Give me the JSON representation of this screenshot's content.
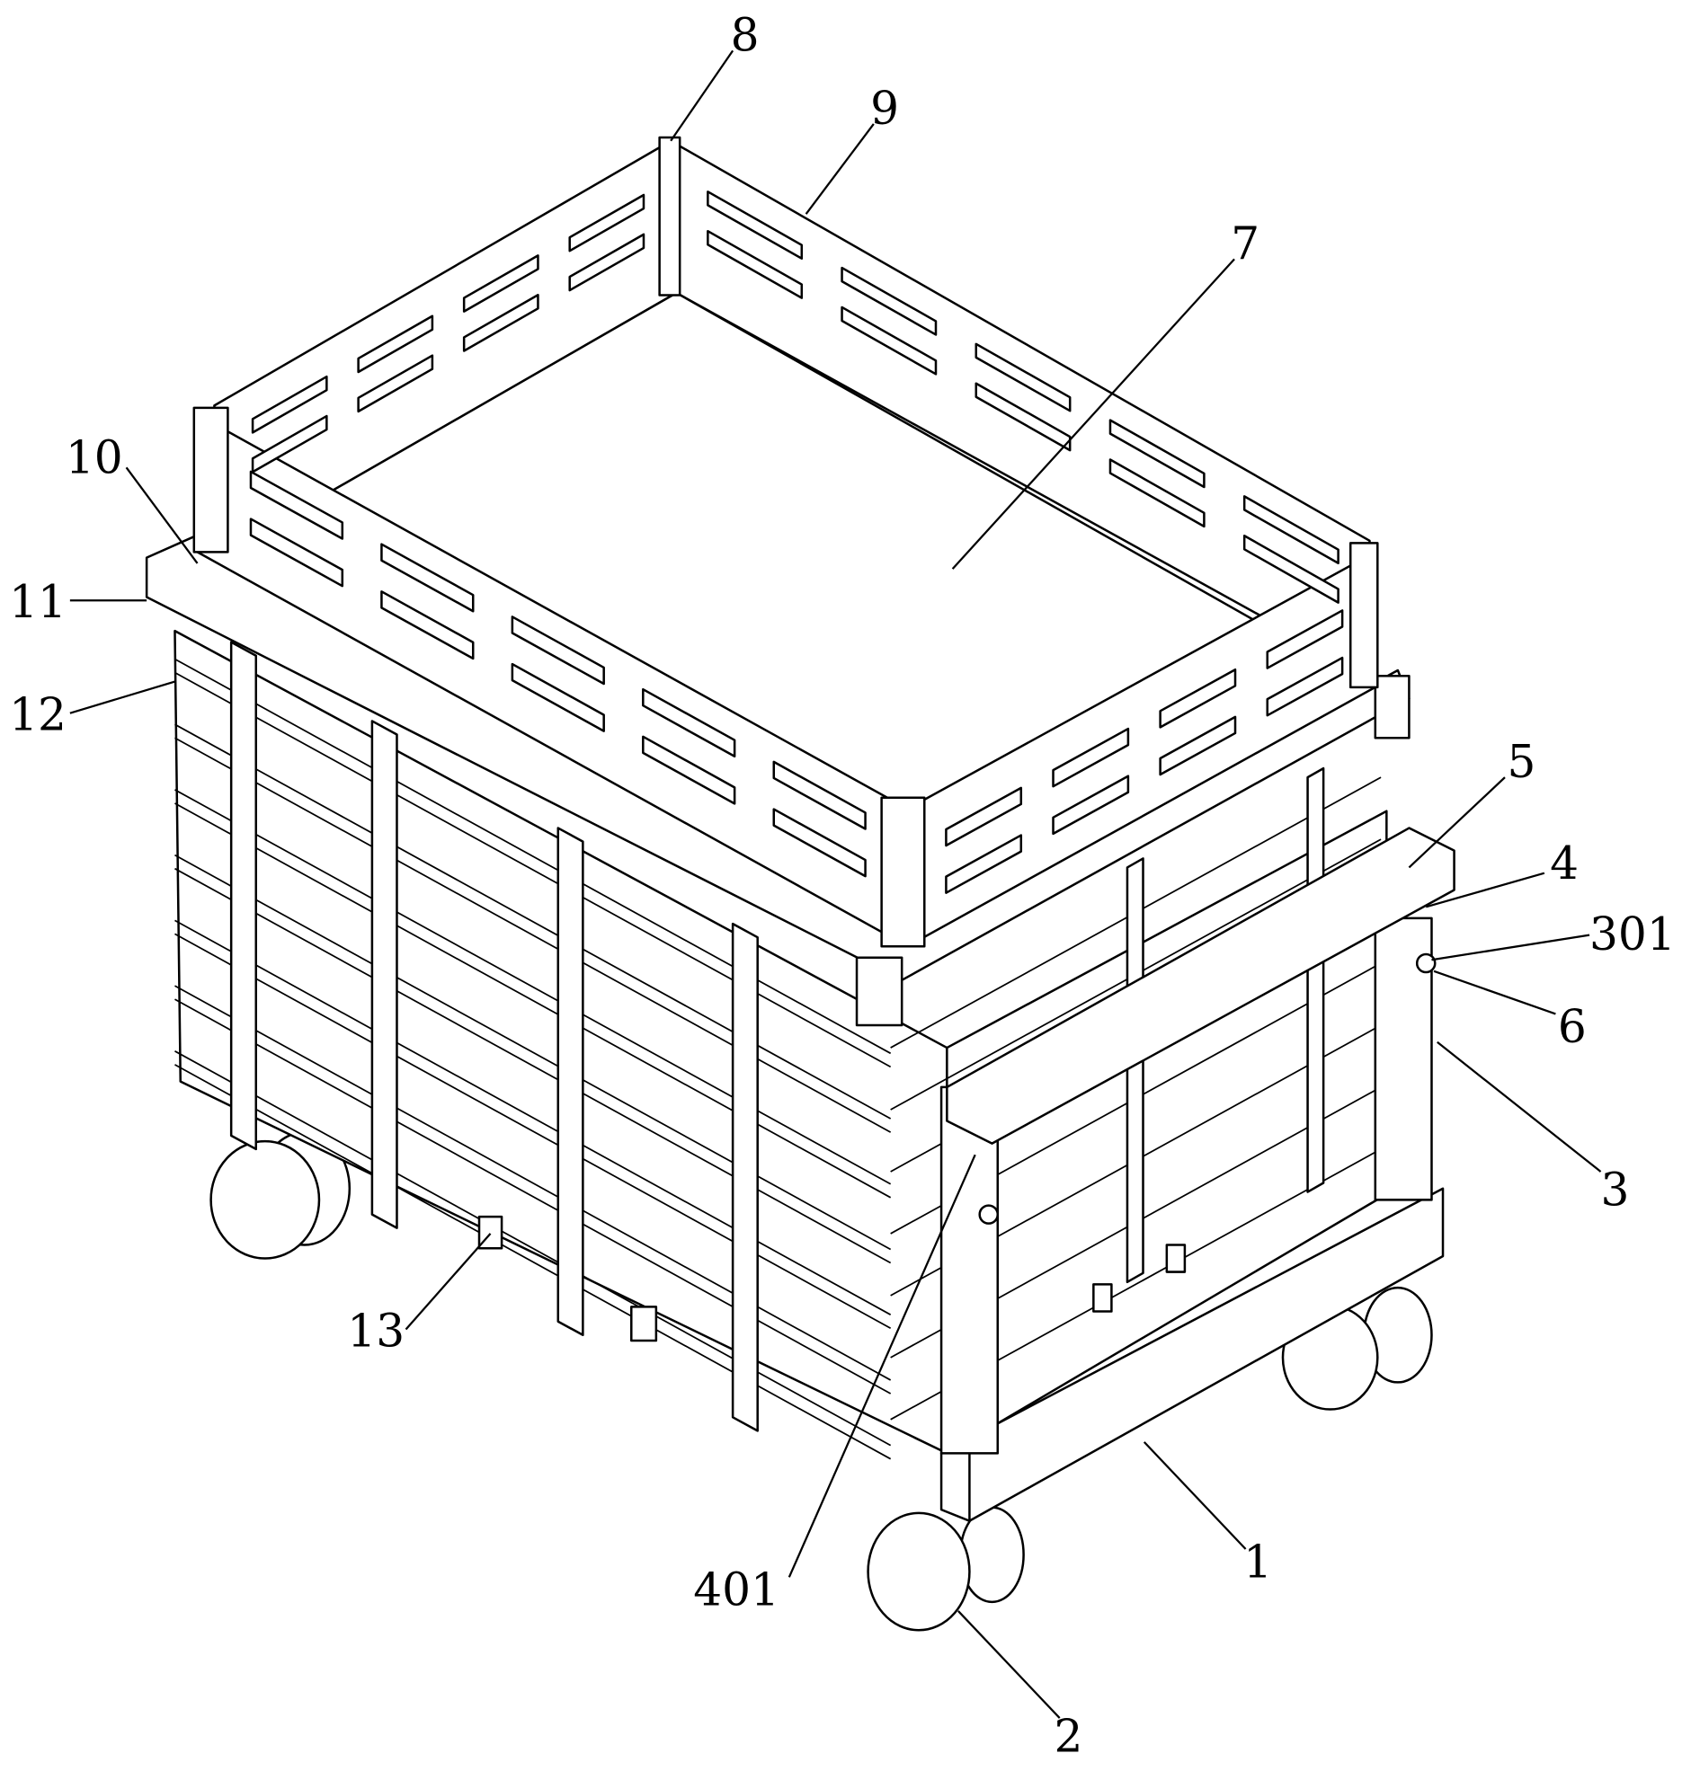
{
  "figure": {
    "labels": {
      "l8": "8",
      "l9": "9",
      "l7": "7",
      "l10": "10",
      "l11": "11",
      "l12": "12",
      "l5": "5",
      "l4": "4",
      "l301": "301",
      "l6": "6",
      "l3": "3",
      "l13": "13",
      "l401": "401",
      "l1": "1",
      "l2": "2"
    }
  }
}
